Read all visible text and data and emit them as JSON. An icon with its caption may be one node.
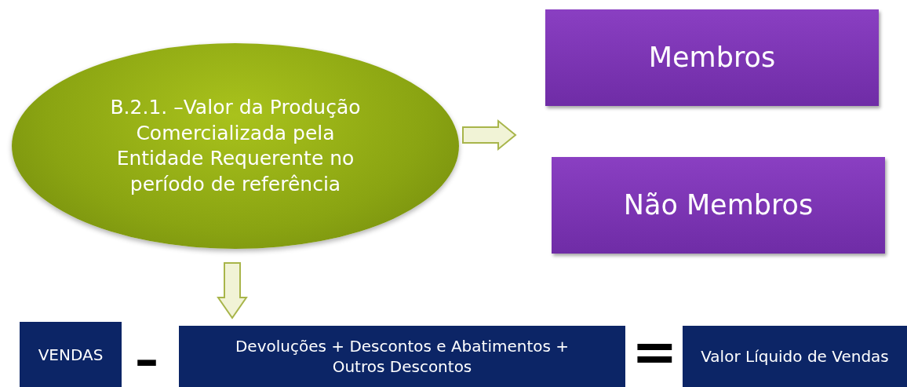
{
  "diagram": {
    "nodes": [
      {
        "text": [
          "B.2.1. –Valor da Produção Comercializada pela Entidade Requerente no período de referência"
        ]
      },
      {
        "text": [
          "Membros"
        ]
      },
      {
        "text": [
          "Não Membros"
        ]
      },
      {
        "text": [
          "VENDAS"
        ]
      },
      {
        "text": [
          "Devoluções + Descontos e Abatimentos + Outros Descontos"
        ]
      },
      {
        "text": [
          "Valor Líquido de Vendas"
        ]
      }
    ],
    "edges": [
      {
        "from": 0,
        "to": 1,
        "arrow": "to"
      },
      {
        "from": 0,
        "to": 2,
        "arrow": "to"
      },
      {
        "from": 0,
        "to": 4,
        "arrow": "to"
      }
    ],
    "labels": [
      "–",
      "="
    ]
  }
}
